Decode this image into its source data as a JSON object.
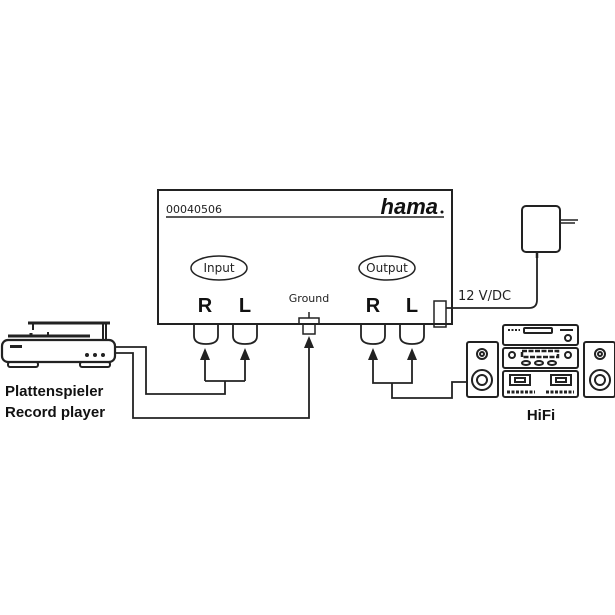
{
  "device": {
    "article_number": "00040506",
    "brand": "hama",
    "input_label": "Input",
    "output_label": "Output",
    "input_jacks": [
      "R",
      "L"
    ],
    "output_jacks": [
      "R",
      "L"
    ],
    "ground_label": "Ground"
  },
  "power": {
    "label": "12 V/DC"
  },
  "source": {
    "label_de": "Plattenspieler",
    "label_en": "Record player"
  },
  "destination": {
    "label": "HiFi"
  },
  "colors": {
    "line": "#222222",
    "background": "#ffffff"
  }
}
